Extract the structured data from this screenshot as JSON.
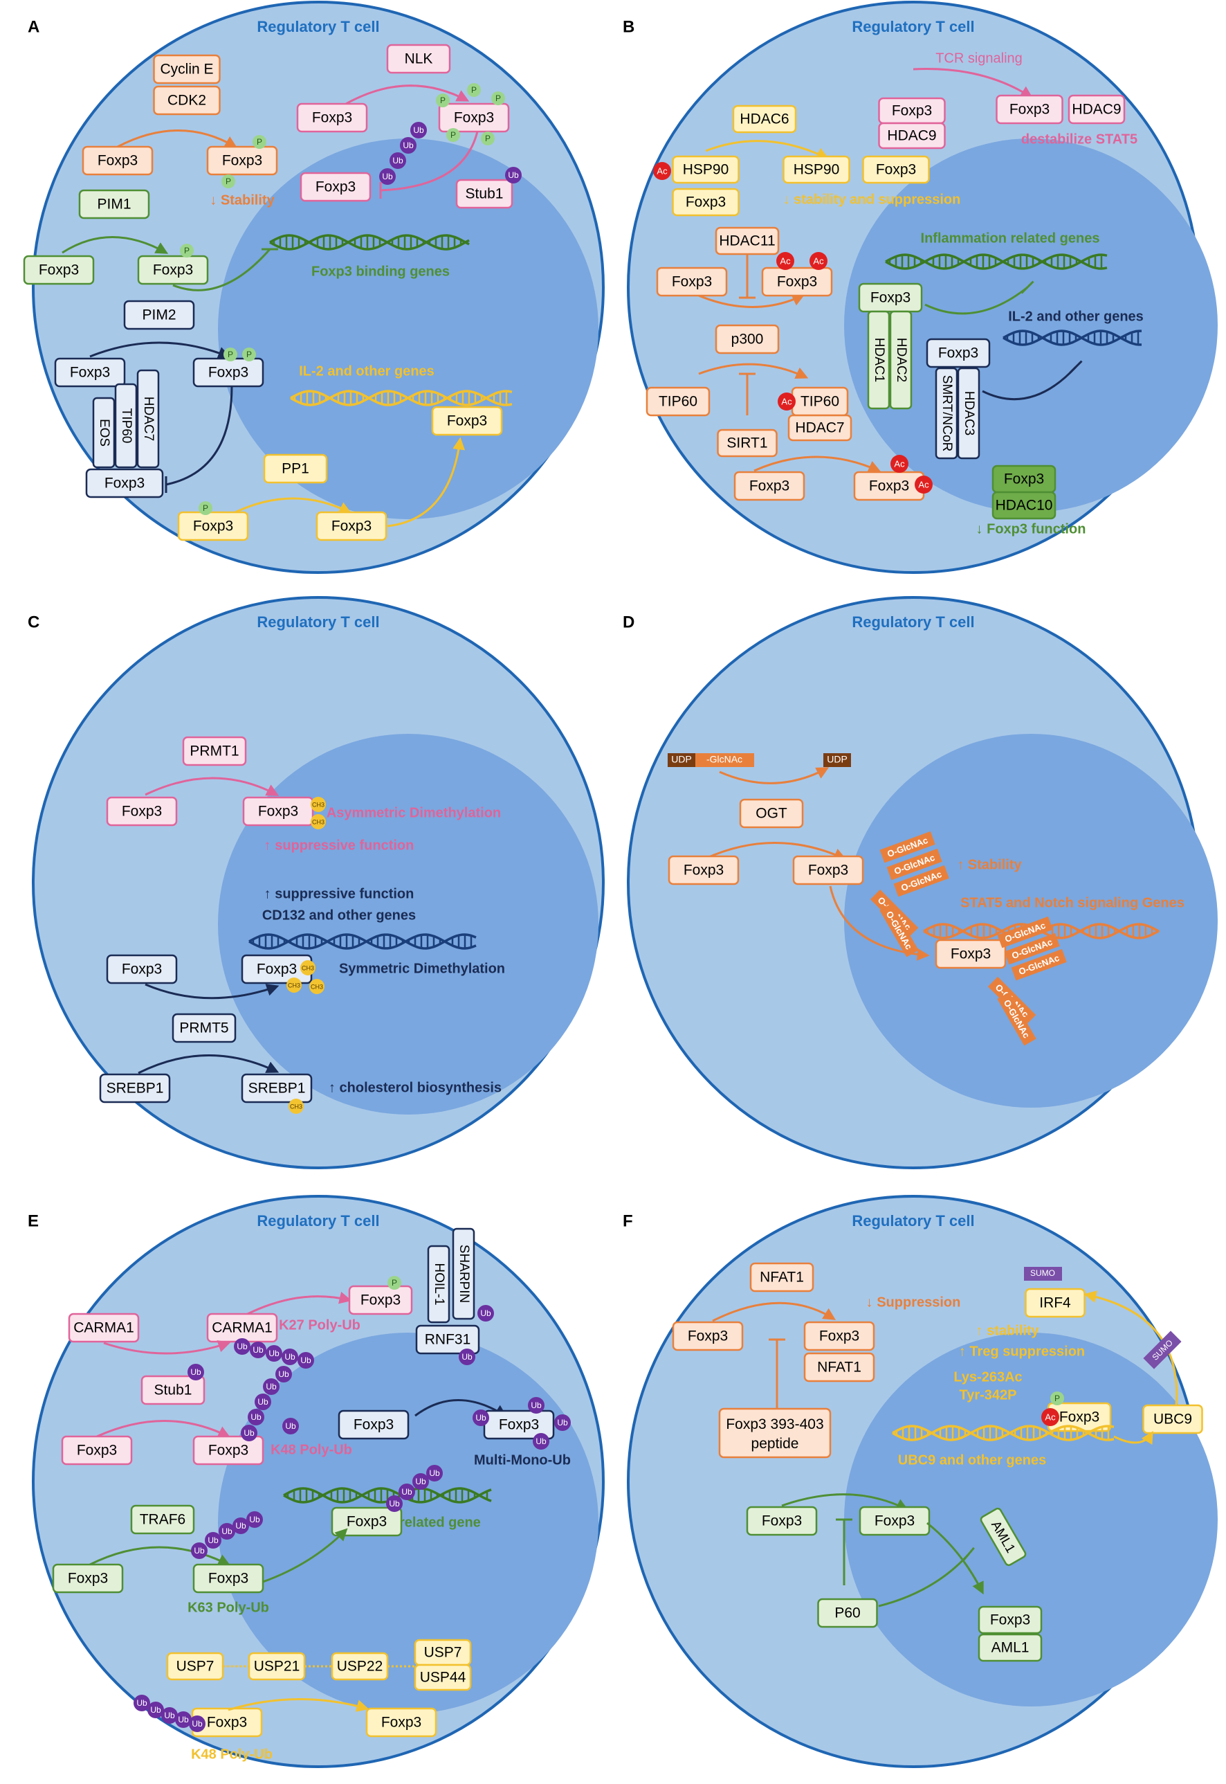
{
  "colors": {
    "cell_fill": "#a8c8e8",
    "cell_stroke": "#1f66b3",
    "nucleus_fill": "#7aa7df",
    "title_color": "#1f6fbf",
    "orange": "#e8803c",
    "orange_fill": "#fde3d2",
    "pink": "#e0649a",
    "pink_fill": "#fbe3ec",
    "green": "#4f8f34",
    "green_fill": "#e3f0d8",
    "green_dark_fill": "#6fac4a",
    "navy": "#1a2b54",
    "navy_fill": "#e4ecf7",
    "yellow": "#f2c12e",
    "yellow_fill": "#fff3c4",
    "purple": "#6a2fa0",
    "phospho": "#9bd58a",
    "methyl": "#f4c430",
    "acetyl": "#e02020",
    "udp": "#7a3d12"
  },
  "panels": {
    "A": {
      "letter": "A",
      "title": "Regulatory T cell",
      "boxes": [
        "Cyclin E",
        "CDK2",
        "Foxp3",
        "Foxp3",
        "NLK",
        "Foxp3",
        "Foxp3",
        "Foxp3",
        "Stub1",
        "PIM1",
        "Foxp3",
        "Foxp3",
        "PIM2",
        "Foxp3",
        "Foxp3",
        "Foxp3",
        "Foxp3",
        "PP1",
        "Foxp3",
        "Foxp3"
      ],
      "vboxes": [
        "EOS",
        "TIP60",
        "HDAC7"
      ],
      "labels": {
        "stability": "↓ Stability",
        "binding": "Foxp3 binding genes",
        "il2": "IL-2 and other genes"
      }
    },
    "B": {
      "letter": "B",
      "title": "Regulatory T cell",
      "boxes": [
        "HDAC6",
        "HSP90",
        "Foxp3",
        "HSP90",
        "Foxp3",
        "Foxp3",
        "HDAC9",
        "Foxp3",
        "HDAC9",
        "HDAC11",
        "Foxp3",
        "Foxp3",
        "p300",
        "TIP60",
        "TIP60",
        "HDAC7",
        "SIRT1",
        "Foxp3",
        "Foxp3",
        "Foxp3",
        "Foxp3",
        "Foxp3",
        "HDAC10"
      ],
      "vboxes": [
        "HDAC1",
        "HDAC2",
        "SMRT/NCoR",
        "HDAC3"
      ],
      "labels": {
        "tcr": "TCR signaling",
        "destab": "destabilize STAT5",
        "stab_supp": "↓ stability and suppression",
        "inflam": "Inflammation related genes",
        "il2": "IL-2 and other genes",
        "func": "↓ Foxp3 function"
      }
    },
    "C": {
      "letter": "C",
      "title": "Regulatory T cell",
      "boxes": [
        "PRMT1",
        "Foxp3",
        "Foxp3",
        "Foxp3",
        "Foxp3",
        "PRMT5",
        "SREBP1",
        "SREBP1"
      ],
      "labels": {
        "asym": "Asymmetric Dimethylation",
        "supp1": "↑ suppressive function",
        "supp2": "↑ suppressive function",
        "cd132": "CD132 and other genes",
        "sym": "Symmetric Dimethylation",
        "chol": "↑ cholesterol biosynthesis"
      }
    },
    "D": {
      "letter": "D",
      "title": "Regulatory T cell",
      "boxes": [
        "OGT",
        "Foxp3",
        "Foxp3",
        "Foxp3"
      ],
      "labels": {
        "udp": "UDP",
        "glcnac": "-GlcNAc",
        "udp2": "UDP",
        "stability": "↑ Stability",
        "stat5": "STAT5 and Notch signaling Genes",
        "oglc": "O-GlcNAc"
      }
    },
    "E": {
      "letter": "E",
      "title": "Regulatory T cell",
      "boxes": [
        "Foxp3",
        "CARMA1",
        "CARMA1",
        "Stub1",
        "Foxp3",
        "Foxp3",
        "RNF31",
        "Foxp3",
        "Foxp3",
        "TRAF6",
        "Foxp3",
        "Foxp3",
        "Foxp3",
        "USP7",
        "USP21",
        "USP22",
        "USP7",
        "USP44",
        "Foxp3",
        "Foxp3"
      ],
      "vboxes": [
        "HOIL-1",
        "SHARPIN"
      ],
      "labels": {
        "k27": "K27 Poly-Ub",
        "k48": "K48 Poly-Ub",
        "mmub": "Multi-Mono-Ub",
        "treg": "Treg related gene",
        "k63": "K63 Poly-Ub",
        "k48b": "K48 Poly-Ub"
      }
    },
    "F": {
      "letter": "F",
      "title": "Regulatory T cell",
      "boxes": [
        "NFAT1",
        "Foxp3",
        "Foxp3",
        "NFAT1",
        "IRF4",
        "Foxp3 393-403 peptide",
        "Foxp3",
        "UBC9",
        "Foxp3",
        "Foxp3",
        "P60",
        "Foxp3",
        "AML1"
      ],
      "vboxes": [
        "AML1"
      ],
      "labels": {
        "supp": "↓ Suppression",
        "stab": "↑ stability",
        "treg": "↑ Treg suppression",
        "lys": "Lys-263Ac",
        "tyr": "Tyr-342P",
        "ubc9genes": "UBC9 and other genes",
        "sumo": "SUMO"
      }
    }
  }
}
